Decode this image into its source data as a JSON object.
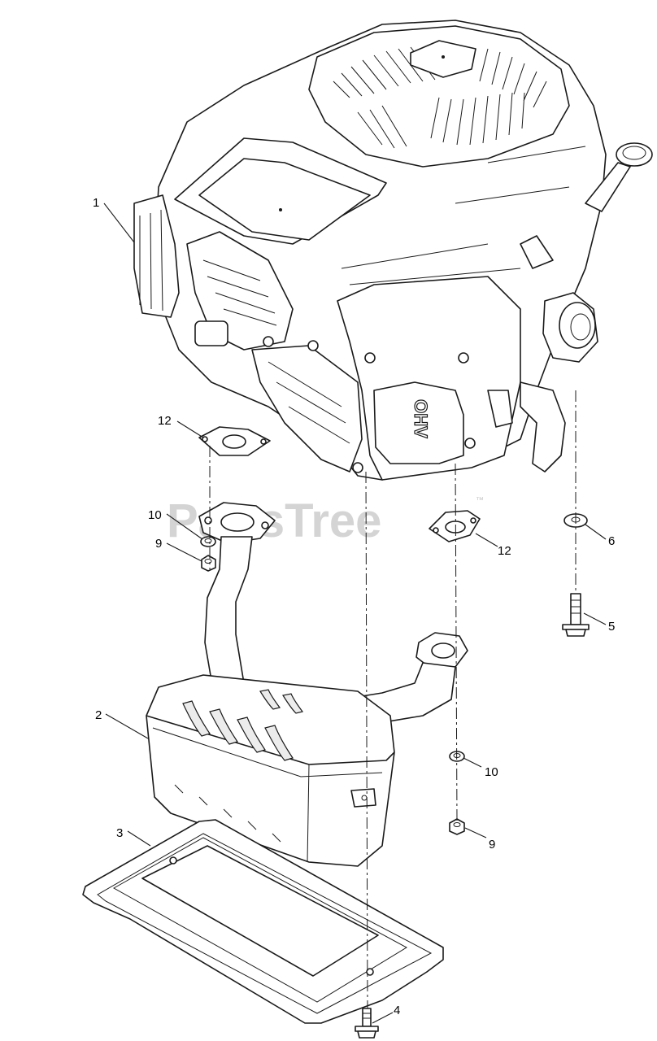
{
  "watermark": {
    "brand": "PartsTree",
    "trademark": "™"
  },
  "callouts": [
    {
      "id": "c1",
      "label": "1",
      "part": "engine"
    },
    {
      "id": "c2",
      "label": "2",
      "part": "muffler"
    },
    {
      "id": "c3",
      "label": "3",
      "part": "heat-shield"
    },
    {
      "id": "c4",
      "label": "4",
      "part": "flange-bolt"
    },
    {
      "id": "c5",
      "label": "5",
      "part": "shoulder-bolt"
    },
    {
      "id": "c6",
      "label": "6",
      "part": "washer"
    },
    {
      "id": "c9a",
      "label": "9",
      "part": "nut-left"
    },
    {
      "id": "c9b",
      "label": "9",
      "part": "nut-right"
    },
    {
      "id": "c10a",
      "label": "10",
      "part": "lock-washer-left"
    },
    {
      "id": "c10b",
      "label": "10",
      "part": "lock-washer-right"
    },
    {
      "id": "c12a",
      "label": "12",
      "part": "gasket-left"
    },
    {
      "id": "c12b",
      "label": "12",
      "part": "gasket-right"
    }
  ],
  "engine_badge": "OHV"
}
